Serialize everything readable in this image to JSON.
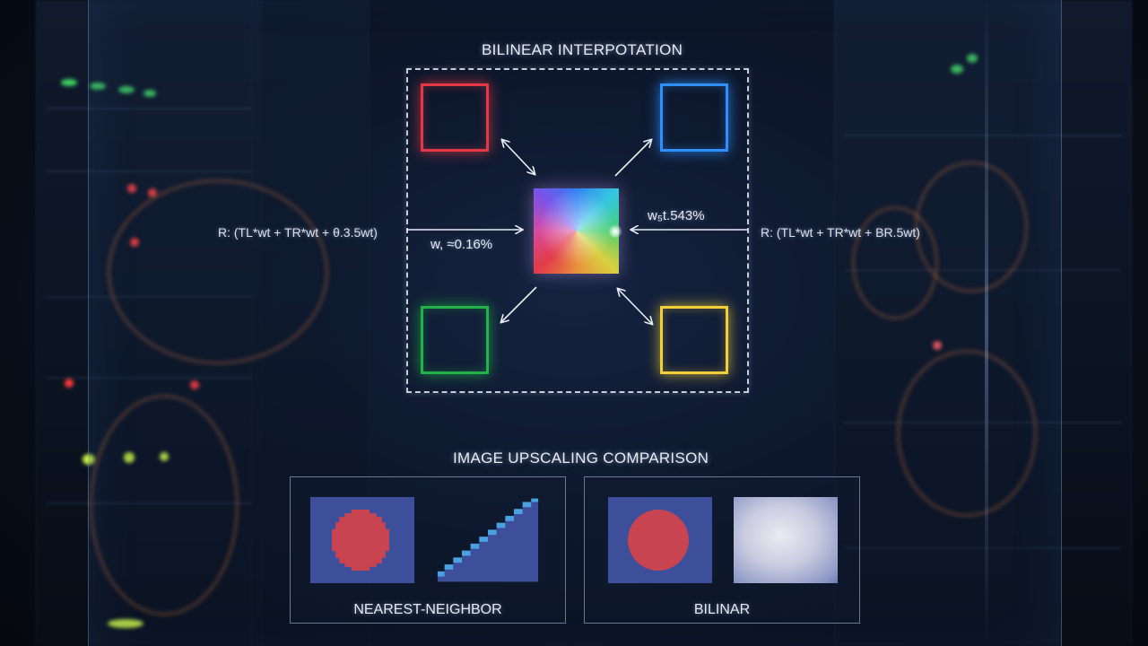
{
  "diagram": {
    "title": "BILINEAR INTERPOTATION",
    "formula_left": "R: (TL*wt + TR*wt + θ.3.5wt)",
    "formula_right": "R: (TL*wt + TR*wt + BR.5wt)",
    "weight_left": "w, ≈0.16%",
    "weight_right": "w₅t.543%",
    "corners": {
      "top_left": "#e53846",
      "top_right": "#2f8fff",
      "bottom_left": "#23b24a",
      "bottom_right": "#f2cf3a"
    }
  },
  "comparison": {
    "title": "IMAGE UPSCALING COMPARISON",
    "panels": [
      {
        "caption": "NEAREST-NEIGHBOR"
      },
      {
        "caption": "BILINAR"
      }
    ]
  },
  "colors": {
    "thumb_blue": "#3d4f9a",
    "thumb_red": "#c84450",
    "stair_blue": "#4aa0e0"
  }
}
